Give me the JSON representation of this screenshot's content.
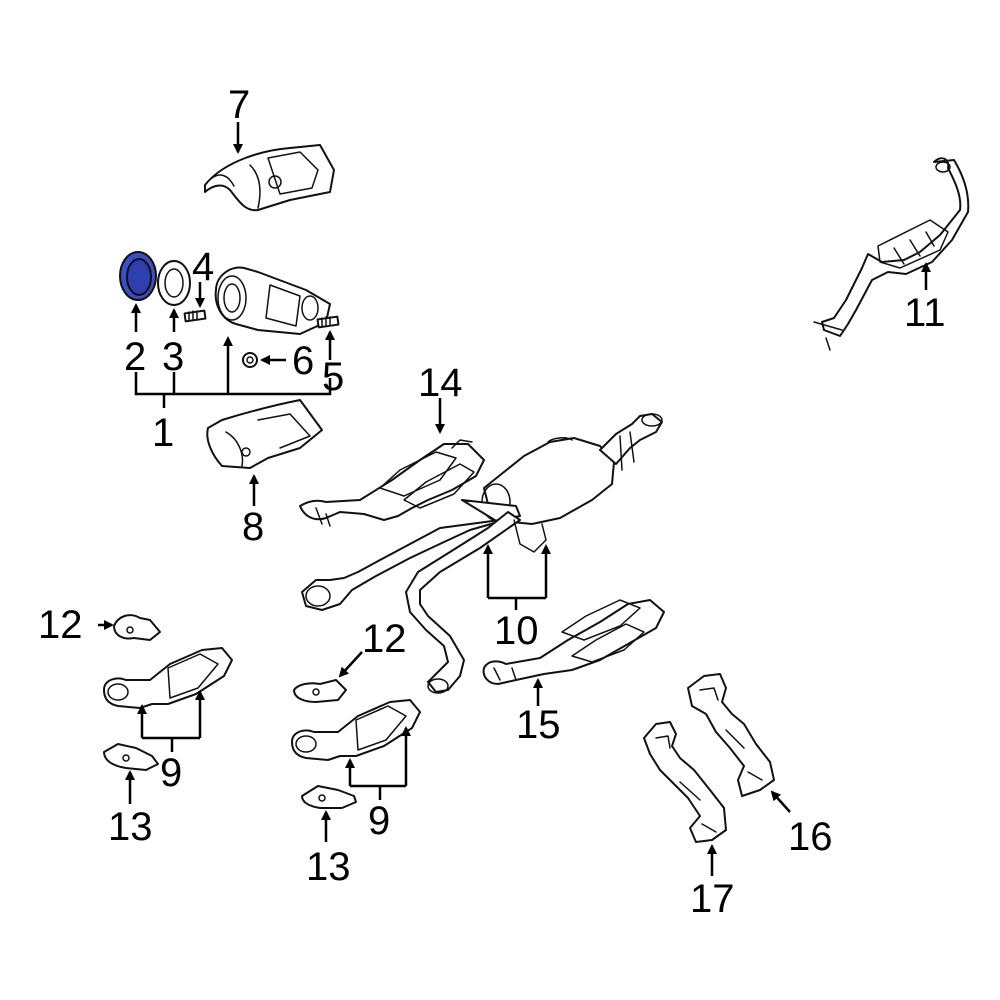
{
  "colors": {
    "highlight": "#3b4ec2",
    "line": "#111111",
    "background": "#ffffff"
  },
  "highlighted_part": "2",
  "callouts": {
    "c1": "1",
    "c2": "2",
    "c3": "3",
    "c4": "4",
    "c5": "5",
    "c6": "6",
    "c7": "7",
    "c8": "8",
    "c9a": "9",
    "c9b": "9",
    "c10": "10",
    "c11": "11",
    "c12a": "12",
    "c12b": "12",
    "c13a": "13",
    "c13b": "13",
    "c14": "14",
    "c15": "15",
    "c16": "16",
    "c17": "17"
  }
}
